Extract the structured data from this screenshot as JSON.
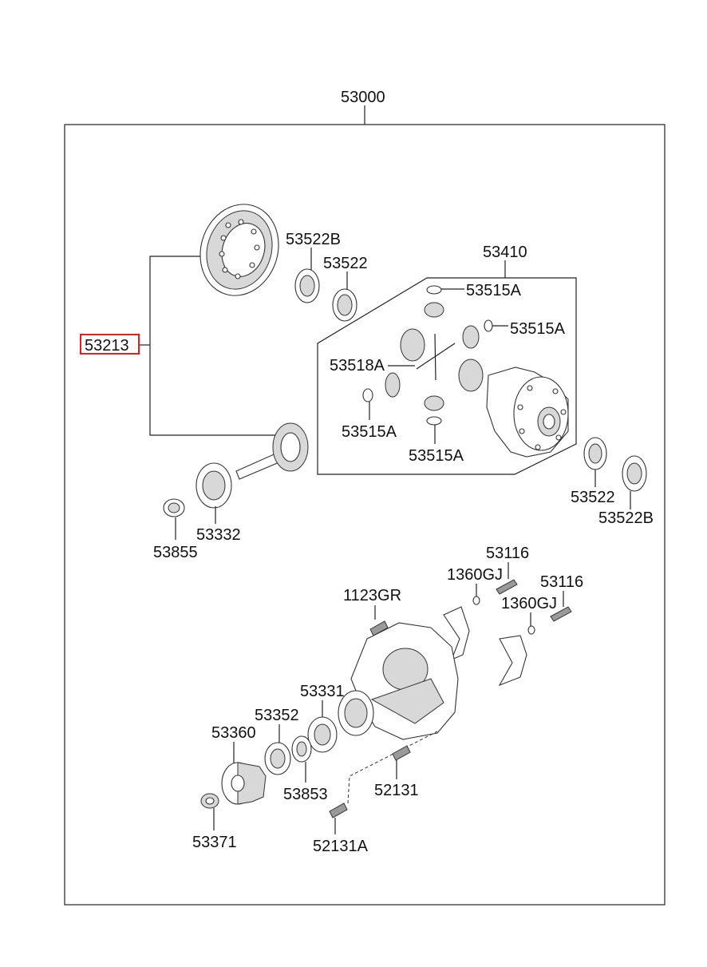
{
  "labels": {
    "assembly": "53000",
    "gear_set": "53213",
    "bearing_top_b": "53522B",
    "bearing_top": "53522",
    "diff_case_assy": "53410",
    "washer_1": "53515A",
    "washer_2": "53515A",
    "washer_3": "53515A",
    "washer_4": "53515A",
    "pinion_shaft": "53518A",
    "bearing_right": "53522",
    "bearing_right_b": "53522B",
    "pinion_bearing": "53332",
    "spacer": "53855",
    "bolt_1": "53116",
    "washer_gj_1": "1360GJ",
    "bolt_2": "53116",
    "washer_gj_2": "1360GJ",
    "plug": "1123GR",
    "front_bearing": "53331",
    "oil_seal": "53352",
    "flange": "53360",
    "washer_flange": "53853",
    "nut": "53371",
    "stud": "52131",
    "stud_a": "52131A"
  },
  "highlight": {
    "color": "#e02020",
    "target": "53213"
  }
}
